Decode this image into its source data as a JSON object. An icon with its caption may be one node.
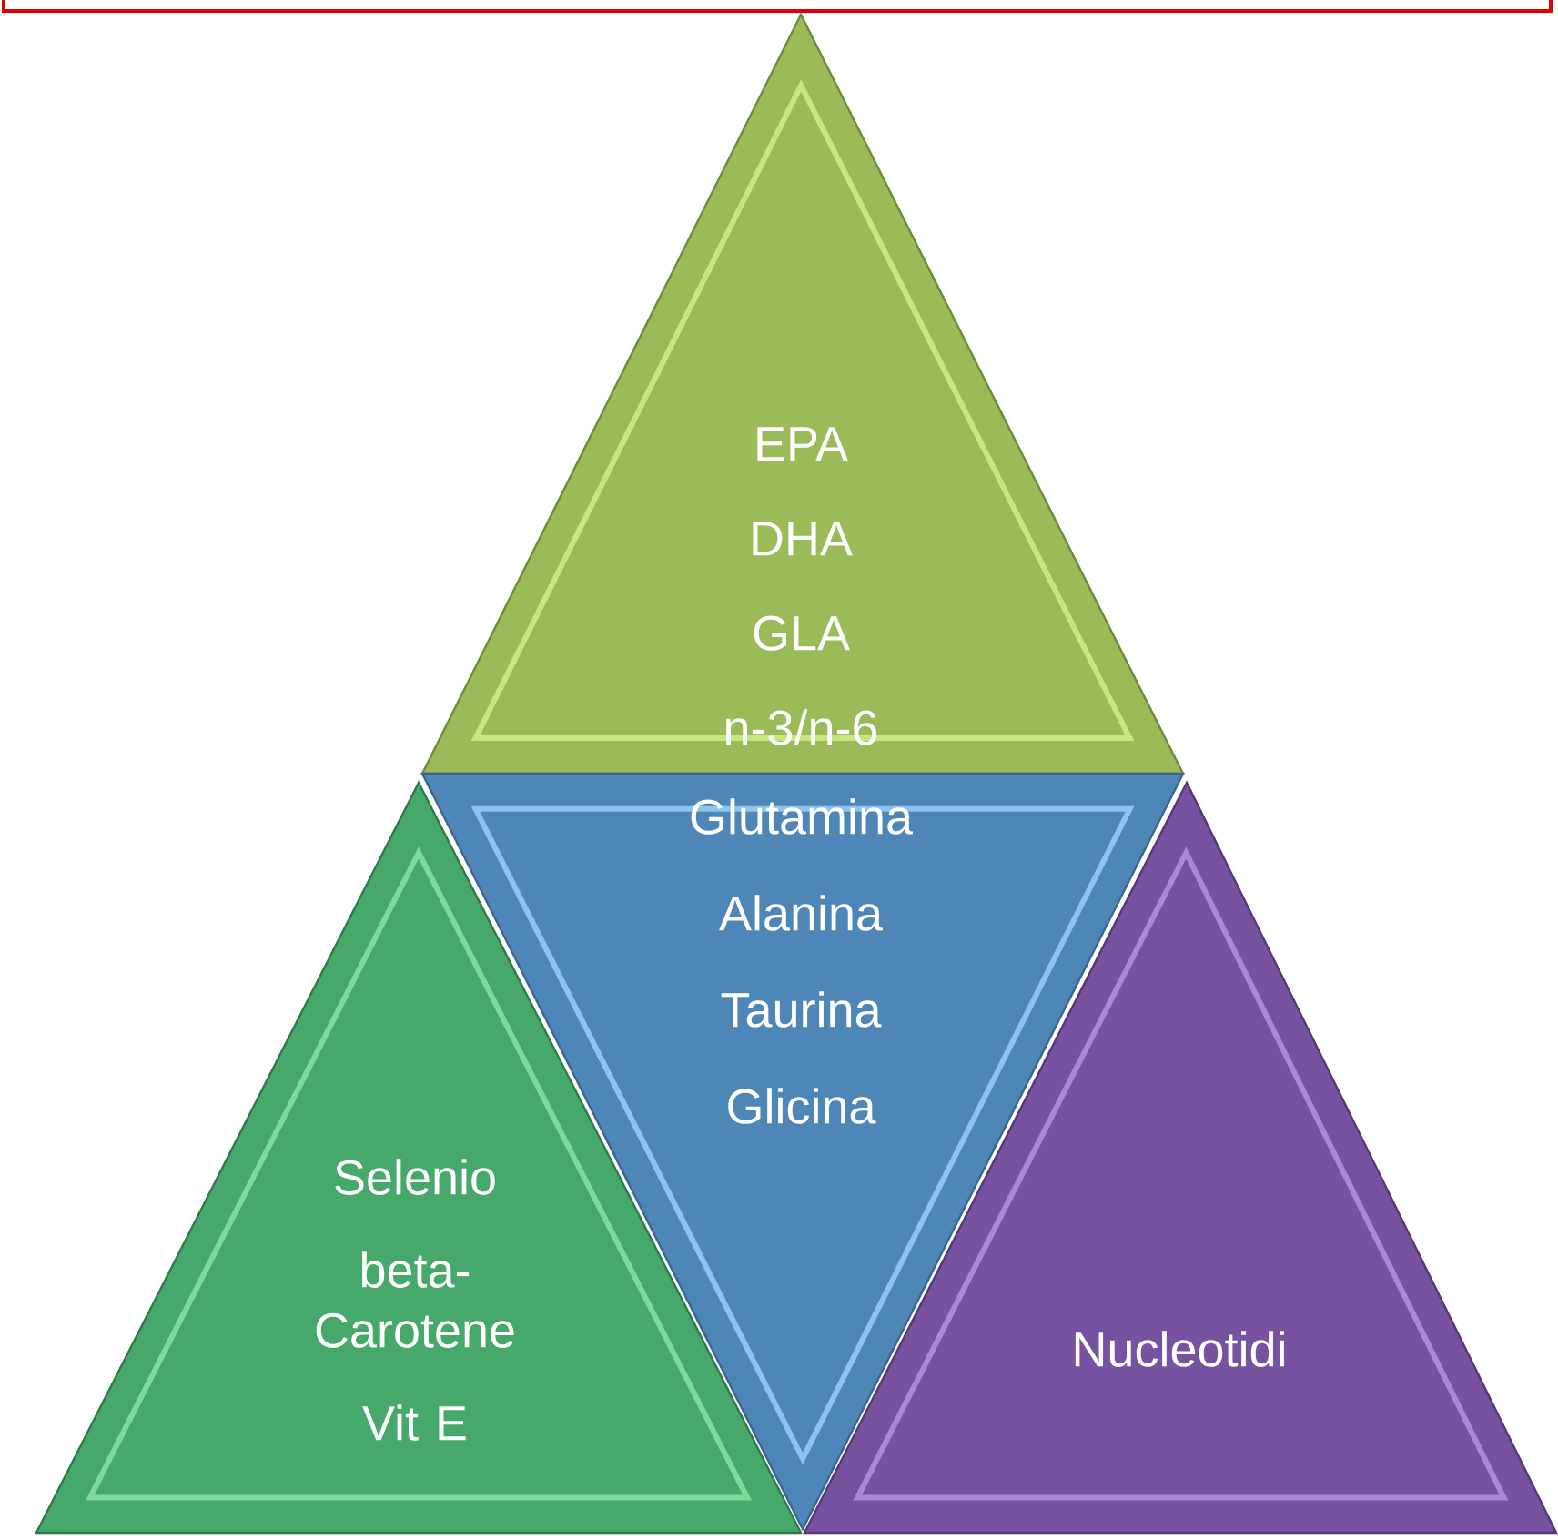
{
  "diagram": {
    "nodes": [
      {
        "text": [
          "EPA",
          "DHA",
          "GLA",
          "n-3/n-6"
        ]
      },
      {
        "text": [
          "Glutamina",
          "Alanina",
          "Taurina",
          "Glicina"
        ]
      },
      {
        "text": [
          "Selenio",
          "beta-Carotene",
          "Vit E"
        ]
      },
      {
        "text": [
          "Nucleotidi"
        ]
      }
    ]
  }
}
